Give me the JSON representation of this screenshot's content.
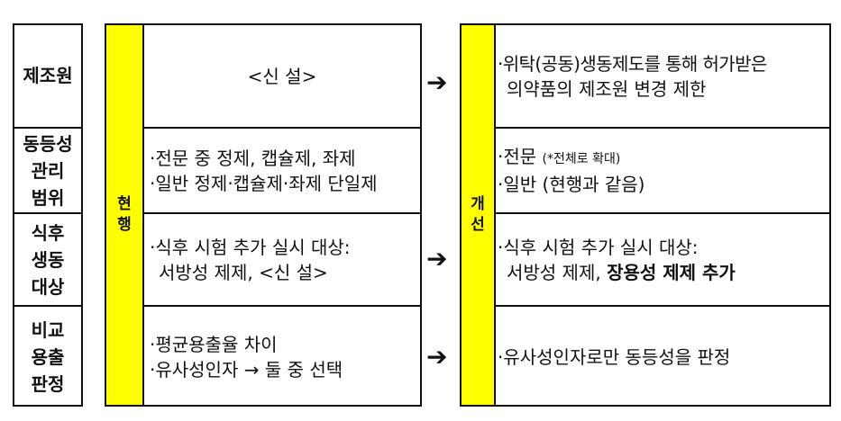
{
  "rows": [
    {
      "label": "제조원"
    },
    {
      "label": "동등성 관리 범위"
    },
    {
      "label": "식후 생동 대상"
    },
    {
      "label": "비교 용출 판정"
    }
  ],
  "current": {
    "header": "현 행",
    "row1": "<신 설>",
    "row2_line1": "·전문 중 정제, 캡슐제, 좌제",
    "row2_line2": "·일반 정제·캡슐제·좌제 단일제",
    "row3_line1": "·식후 시험 추가 실시 대상:",
    "row3_line2": "서방성 제제, <신 설>",
    "row4_line1": "·평균용출율 차이",
    "row4_line2": "·유사성인자 → 둘 중 선택"
  },
  "improved": {
    "header": "개 선",
    "row1_line1": "·위탁(공동)생동제도를 통해 허가받은",
    "row1_line2": "의약품의 제조원 변경 제한",
    "row2_line1_main": "·전문 ",
    "row2_line1_small": "(*전체로 확대)",
    "row2_line2": "·일반 (현행과 같음)",
    "row3_line1": "·식후 시험 추가 실시 대상:",
    "row3_line2_normal": "서방성 제제, ",
    "row3_line2_bold": "장용성 제제 추가",
    "row4": "·유사성인자로만 동등성을 판정"
  },
  "arrow_glyph": "➔",
  "colors": {
    "highlight": "#ffff00",
    "border": "#111111"
  }
}
